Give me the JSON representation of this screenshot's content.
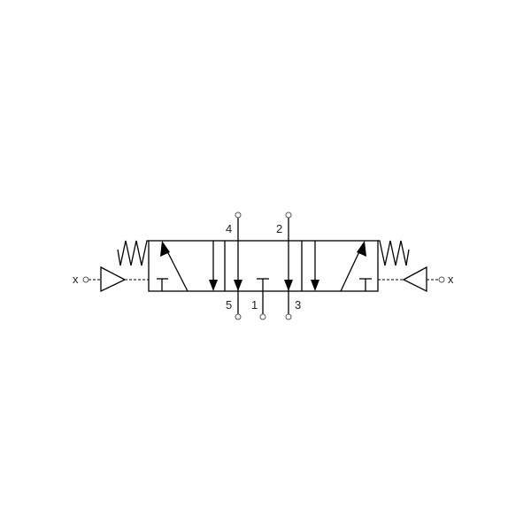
{
  "diagram": {
    "type": "5/3 pneumatic directional valve symbol",
    "ports": {
      "p4": "4",
      "p2": "2",
      "p5": "5",
      "p1": "1",
      "p3": "3"
    },
    "pilot_left_label": "x",
    "pilot_right_label": "x",
    "colors": {
      "line": "#000000",
      "port": "#555555",
      "background": "#ffffff"
    }
  }
}
